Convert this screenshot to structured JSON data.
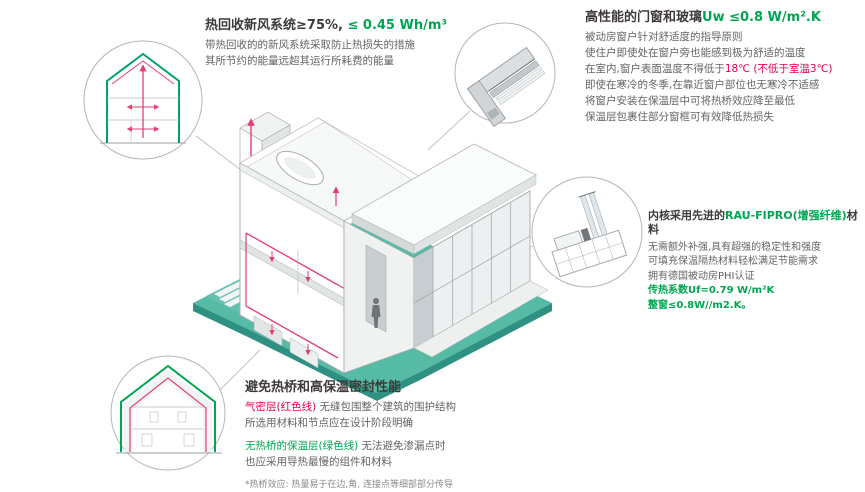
{
  "colors": {
    "brand_green": "#00A651",
    "teal_ground": "#56bba5",
    "teal_dark": "#2f9181",
    "accent_red": "#e0416e",
    "red_text": "#e0004d",
    "title_text": "#3e3a39",
    "body_text": "#646464"
  },
  "sections": {
    "ventilation": {
      "title_main": "热回收新风系统≥75%,",
      "title_value": " ≤ 0.45 Wh/m³",
      "line1": "带热回收的的新风系统采取防止热损失的措施",
      "line2": "其所节约的能量远超其运行所耗费的能量"
    },
    "windows": {
      "title_main": "高性能的门窗和玻璃",
      "title_value": "Uw ≤0.8 W/m².K",
      "line1": "被动房窗户针对舒适度的指导原则",
      "line2": "使住户即使处在窗户旁也能感到极为舒适的温度",
      "line3_pre": "在室内,窗户表面温度不得低于",
      "line3_red": "18℃",
      "line3_red2": " (不低于室温3℃)",
      "line4": "即使在寒冷的冬季,在靠近窗户部位也无寒冷不适感",
      "line5": "将窗户安装在保温层中可将热桥效应降至最低",
      "line6": "保温层包裹住部分窗框可有效降低热损失"
    },
    "profile": {
      "title_pre": "内核采用先进的",
      "title_brand": "RAU-FIPRO(增强纤维)",
      "title_post": "材料",
      "line1": "无需额外补强,具有超强的稳定性和强度",
      "line2": "可填充保温隔热材料轻松满足节能需求",
      "line3": "拥有德国被动房PHI认证",
      "stat1": "传热系数Uf=0.79 W/m²K",
      "stat2": "整窗≤0.8W//m2.K。"
    },
    "thermal": {
      "title": "避免热桥和高保温密封性能",
      "airtight_label": "气密层(红色线)",
      "airtight_text": " 无缝包围整个建筑的围护结构",
      "line2": "所选用材料和节点应在设计阶段明确",
      "insulation_label": "无热桥的保温层(绿色线)",
      "insulation_text": " 无法避免渗漏点时",
      "line4": "也应采用导热最慢的组件和材料",
      "footnote": "*热桥效应: 热量易于在边,角, 连接点等细部部分传导"
    },
    "illustrations": {
      "center": "isometric-passive-house-cutaway",
      "top_left": "ventilation-cross-section-icon",
      "top_middle": "window-corner-detail-icon",
      "right": "window-profile-extrusion-icon",
      "bottom_left": "thermal-envelope-cross-section-icon"
    }
  }
}
